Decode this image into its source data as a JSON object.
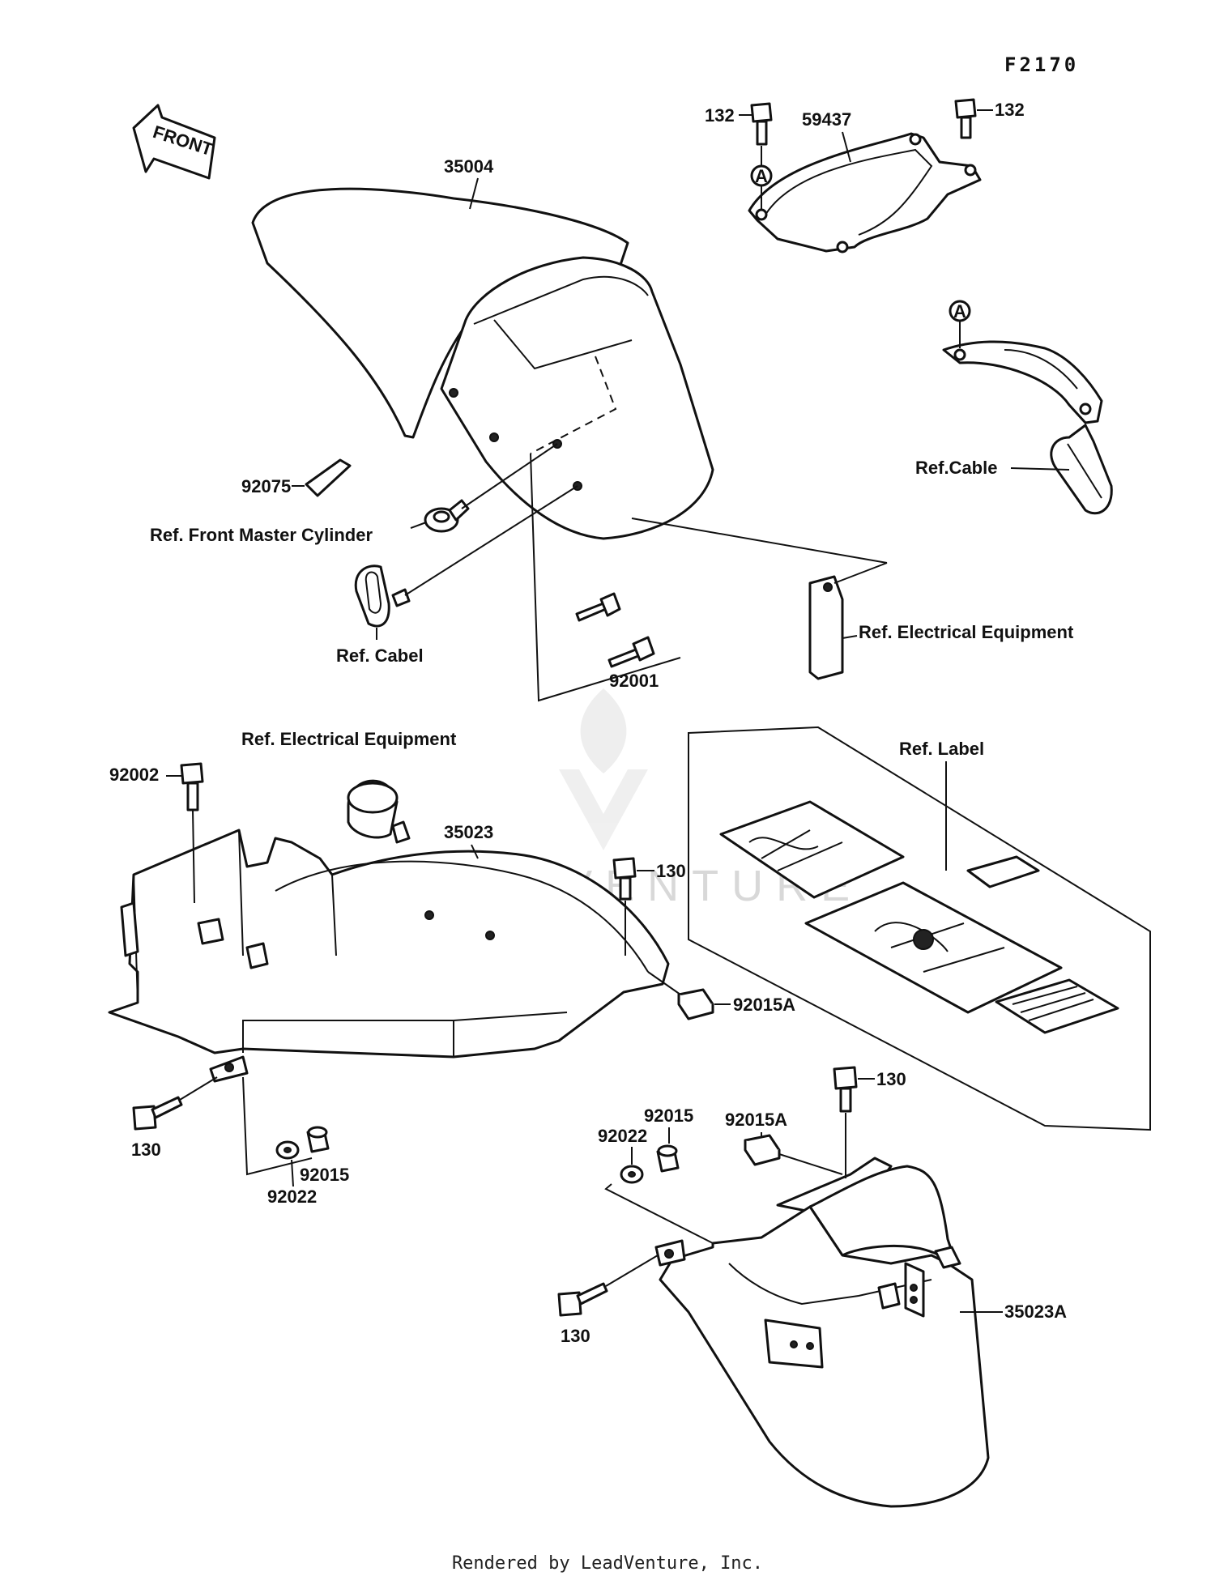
{
  "diagram_code": "F2170",
  "front_arrow": "FRONT",
  "watermark": "LEADVENTURE",
  "footer": "Rendered by LeadVenture, Inc.",
  "callout_symbol": "A",
  "labels": {
    "p35004": "35004",
    "p59437": "59437",
    "p132_left": "132",
    "p132_right": "132",
    "p92075": "92075",
    "ref_front_master_cylinder": "Ref. Front Master Cylinder",
    "ref_cabel": "Ref. Cabel",
    "ref_cable": "Ref.Cable",
    "ref_electrical_equipment_1": "Ref. Electrical Equipment",
    "ref_electrical_equipment_2": "Ref. Electrical Equipment",
    "p92001": "92001",
    "ref_label": "Ref. Label",
    "p92002": "92002",
    "p35023": "35023",
    "p130_a": "130",
    "p92015A_a": "92015A",
    "p130_b": "130",
    "p92022_a": "92022",
    "p92015_a": "92015",
    "p130_c": "130",
    "p92015A_b": "92015A",
    "p92015_b": "92015",
    "p92022_b": "92022",
    "p35023A": "35023A",
    "p130_d": "130"
  },
  "icons": [
    "front-arrow-icon",
    "callout-a-icon",
    "bolt-icon",
    "nut-icon",
    "washer-icon",
    "grommet-icon",
    "bracket-icon",
    "label-sheet-icon",
    "watermark-flame-logo"
  ]
}
